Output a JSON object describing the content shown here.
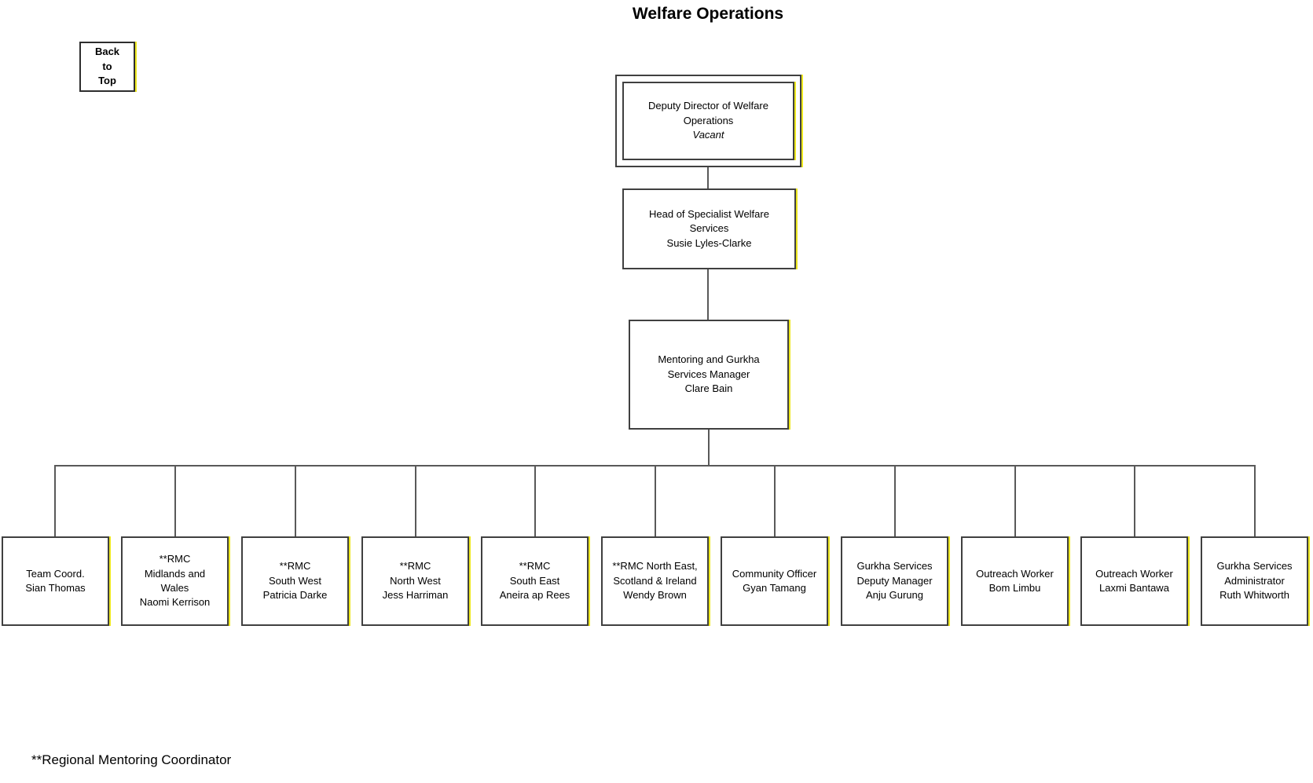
{
  "page": {
    "title": "Welfare Operations",
    "footnote": "**Regional Mentoring Coordinator"
  },
  "back_to_top": {
    "label": "Back\nto\nTop"
  },
  "chain": {
    "deputy": {
      "role": "Deputy Director of Welfare\nOperations",
      "status": "Vacant"
    },
    "head": {
      "text": "Head of Specialist Welfare\nServices\nSusie Lyles-Clarke"
    },
    "manager": {
      "text": "Mentoring and Gurkha\nServices Manager\nClare Bain"
    }
  },
  "team": [
    {
      "text": "Team Coord.\nSian Thomas"
    },
    {
      "text": "**RMC\nMidlands and\nWales\nNaomi Kerrison"
    },
    {
      "text": "**RMC\nSouth West\nPatricia Darke"
    },
    {
      "text": "**RMC\nNorth West\nJess Harriman"
    },
    {
      "text": "**RMC\nSouth East\nAneira ap Rees"
    },
    {
      "text": "**RMC North East,\nScotland & Ireland\nWendy Brown"
    },
    {
      "text": "Community Officer\nGyan Tamang"
    },
    {
      "text": "Gurkha Services\nDeputy Manager\nAnju Gurung"
    },
    {
      "text": "Outreach Worker\nBom Limbu"
    },
    {
      "text": "Outreach Worker\nLaxmi Bantawa"
    },
    {
      "text": "Gurkha Services\nAdministrator\nRuth Whitworth"
    }
  ],
  "colors": {
    "border": "#404040",
    "line": "#595959",
    "accent": "#ede71e"
  }
}
